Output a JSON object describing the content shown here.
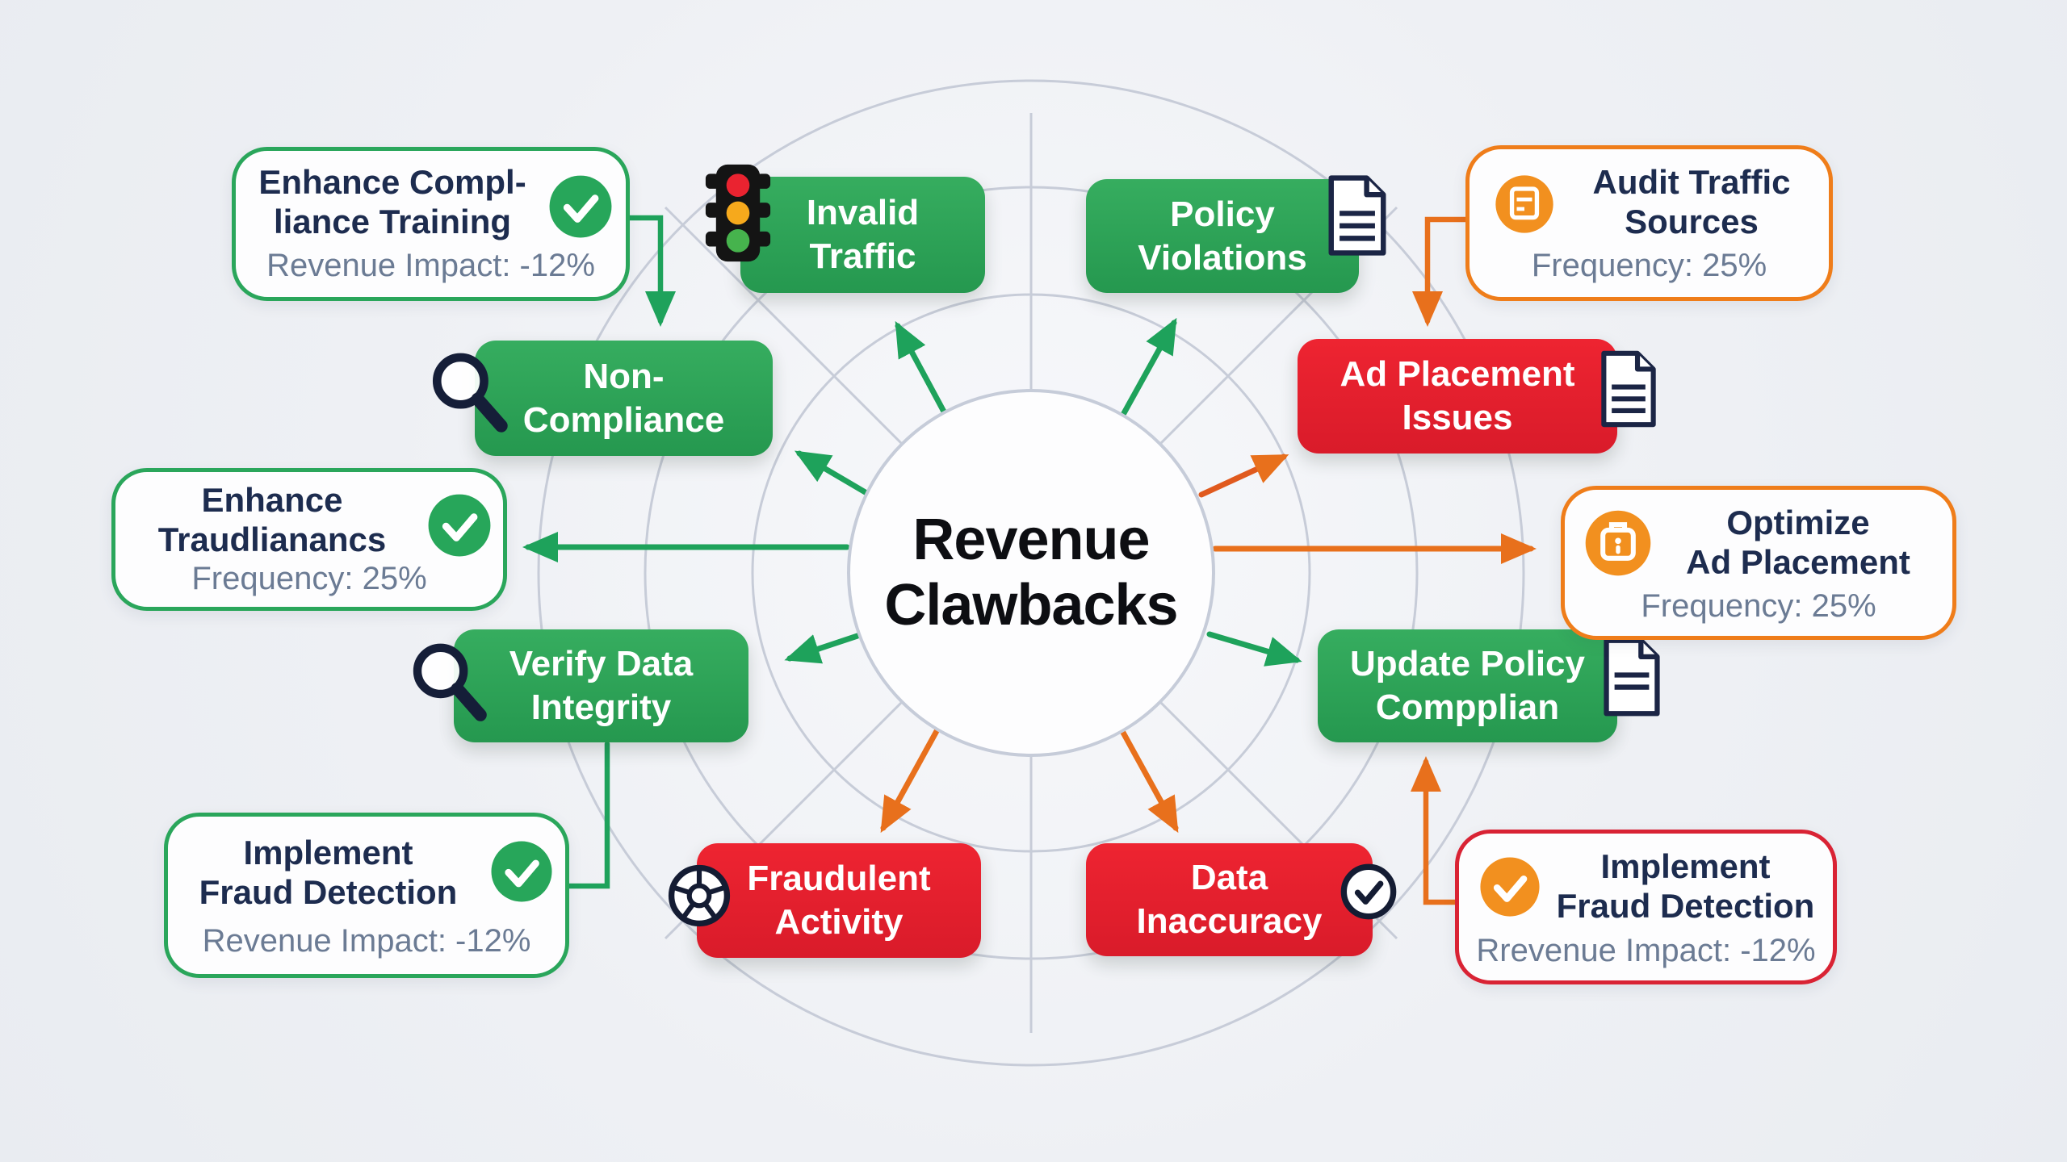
{
  "center": {
    "lines": [
      "Revenue",
      "Clawbacks"
    ]
  },
  "nodes": [
    {
      "id": "invalid-traffic",
      "lines": [
        "Invalid",
        "Traffic"
      ],
      "color": "green",
      "icon": "traffic-light"
    },
    {
      "id": "policy-violations",
      "lines": [
        "Policy",
        "Violations"
      ],
      "color": "green",
      "icon": "document"
    },
    {
      "id": "non-compliance",
      "lines": [
        "Non-",
        "Compliance"
      ],
      "color": "green",
      "icon": "magnifier"
    },
    {
      "id": "ad-placement-issues",
      "lines": [
        "Ad Placement",
        "Issues"
      ],
      "color": "red",
      "icon": "document"
    },
    {
      "id": "verify-data-integrity",
      "lines": [
        "Verify Data",
        "Integrity"
      ],
      "color": "green",
      "icon": "magnifier"
    },
    {
      "id": "update-policy-compplian",
      "lines": [
        "Update Policy",
        "Compplian"
      ],
      "color": "green",
      "icon": "document"
    },
    {
      "id": "fraudulent-activity",
      "lines": [
        "Fraudulent",
        "Activity"
      ],
      "color": "red",
      "icon": "wheel"
    },
    {
      "id": "data-inaccuracy",
      "lines": [
        "Data",
        "Inaccuracy"
      ],
      "color": "red",
      "icon": "check-circle"
    }
  ],
  "callouts": [
    {
      "id": "enhance-compliance-training",
      "lines": [
        "Enhance Compl-",
        "liance Training"
      ],
      "metric": "Revenue Impact: -12%",
      "accent": "green",
      "icon": "check-green"
    },
    {
      "id": "audit-traffic-sources",
      "lines": [
        "Audit Traffic",
        "Sources"
      ],
      "metric": "Frequency: 25%",
      "accent": "orange",
      "icon": "clipboard-orange"
    },
    {
      "id": "enhance-traudlianancs",
      "lines": [
        "Enhance",
        "Traudlianancs"
      ],
      "metric": "Frequency: 25%",
      "accent": "green",
      "icon": "check-green"
    },
    {
      "id": "optimize-ad-placement",
      "lines": [
        "Optimize",
        "Ad Placement"
      ],
      "metric": "Frequency: 25%",
      "accent": "orange",
      "icon": "briefcase-orange"
    },
    {
      "id": "implement-fraud-detection-left",
      "lines": [
        "Implement",
        "Fraud Detection"
      ],
      "metric": "Revenue Impact: -12%",
      "accent": "green",
      "icon": "check-green"
    },
    {
      "id": "implement-fraud-detection-right",
      "lines": [
        "Implement",
        "Fraud Detection"
      ],
      "metric": "Rrevenue Impact: -12%",
      "accent": "red",
      "icon": "check-orange"
    }
  ],
  "colors": {
    "node_green": "#27a65a",
    "node_red": "#e31e2d",
    "accent_orange": "#ef7d1a",
    "title_navy": "#1d2c4f",
    "metric_gray": "#6b7b94",
    "arrow_green": "#1ea25b",
    "arrow_orange": "#e8701c",
    "ring_gray": "#c7ccd8"
  }
}
